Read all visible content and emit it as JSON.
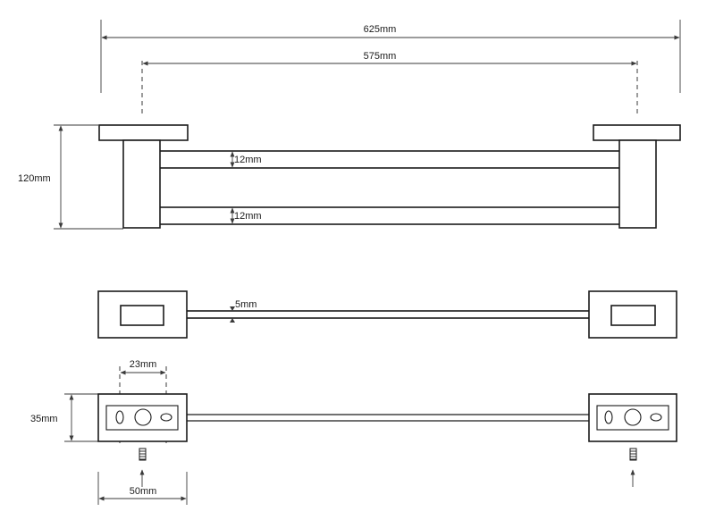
{
  "drawing": {
    "dimensions": {
      "overall_length": "625mm",
      "mount_center_distance": "575mm",
      "height": "120mm",
      "rail_upper": "12mm",
      "rail_lower": "12mm",
      "bar_thickness": "5mm",
      "hole_spacing": "23mm",
      "plate_width": "35mm",
      "plate_length": "50mm"
    }
  }
}
